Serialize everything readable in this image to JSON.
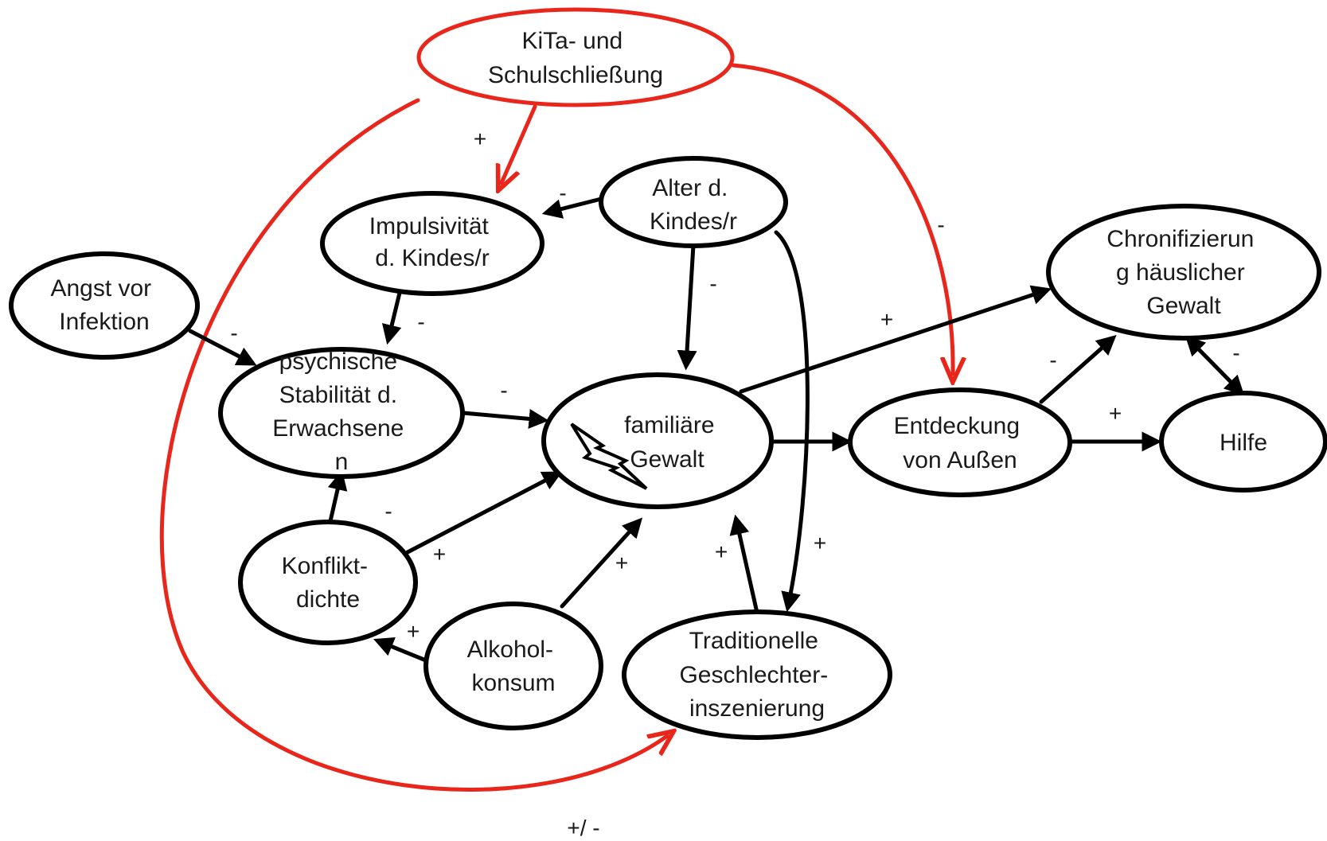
{
  "colors": {
    "black": "#000000",
    "accent_red": "#e8261b"
  },
  "nodes": {
    "kita": {
      "lines": [
        "KiTa- und",
        "Schulschließung"
      ]
    },
    "alter": {
      "lines": [
        "Alter d.",
        "Kindes/r"
      ]
    },
    "impulsivitaet": {
      "lines": [
        "Impulsivität",
        "d. Kindes/r"
      ]
    },
    "angst": {
      "lines": [
        "Angst vor",
        "Infektion"
      ]
    },
    "psychische": {
      "lines": [
        "psychische",
        "Stabilität d.",
        "Erwachsene",
        "n"
      ]
    },
    "gewalt": {
      "lines": [
        "familiäre",
        "Gewalt"
      ],
      "icon": "lightning-icon"
    },
    "chronifizierung": {
      "lines": [
        "Chronifizierun",
        "g häuslicher",
        "Gewalt"
      ]
    },
    "entdeckung": {
      "lines": [
        "Entdeckung",
        "von Außen"
      ]
    },
    "hilfe": {
      "lines": [
        "Hilfe"
      ]
    },
    "konflikt": {
      "lines": [
        "Konflikt-",
        "dichte"
      ]
    },
    "alkohol": {
      "lines": [
        "Alkohol-",
        "konsum"
      ]
    },
    "traditionelle": {
      "lines": [
        "Traditionelle",
        "Geschlechter-",
        "inszenierung"
      ]
    }
  },
  "edges": [
    {
      "from": "kita",
      "to": "impulsivitaet",
      "sign": "+",
      "color": "red"
    },
    {
      "from": "kita",
      "to": "entdeckung",
      "sign": "-",
      "color": "red"
    },
    {
      "from": "kita",
      "to": "traditionelle",
      "sign": "+/ -",
      "color": "red"
    },
    {
      "from": "alter",
      "to": "impulsivitaet",
      "sign": "-",
      "color": "black"
    },
    {
      "from": "alter",
      "to": "gewalt",
      "sign": "-",
      "color": "black"
    },
    {
      "from": "alter",
      "to": "traditionelle",
      "sign": "+",
      "color": "black"
    },
    {
      "from": "impulsivitaet",
      "to": "psychische",
      "sign": "-",
      "color": "black"
    },
    {
      "from": "angst",
      "to": "psychische",
      "sign": "-",
      "color": "black"
    },
    {
      "from": "psychische",
      "to": "gewalt",
      "sign": "-",
      "color": "black"
    },
    {
      "from": "konflikt",
      "to": "psychische",
      "sign": "-",
      "color": "black"
    },
    {
      "from": "konflikt",
      "to": "gewalt",
      "sign": "+",
      "color": "black"
    },
    {
      "from": "alkohol",
      "to": "gewalt",
      "sign": "+",
      "color": "black"
    },
    {
      "from": "alkohol",
      "to": "konflikt",
      "sign": "+",
      "color": "black"
    },
    {
      "from": "traditionelle",
      "to": "gewalt",
      "sign": "+",
      "color": "black"
    },
    {
      "from": "gewalt",
      "to": "chronifizierung",
      "sign": "+",
      "color": "black"
    },
    {
      "from": "gewalt",
      "to": "entdeckung",
      "sign": "",
      "color": "black"
    },
    {
      "from": "entdeckung",
      "to": "chronifizierung",
      "sign": "-",
      "color": "black"
    },
    {
      "from": "entdeckung",
      "to": "hilfe",
      "sign": "+",
      "color": "black"
    },
    {
      "from": "chronifizierung",
      "to": "hilfe",
      "sign": "-",
      "color": "black",
      "bidirectional": true
    }
  ]
}
